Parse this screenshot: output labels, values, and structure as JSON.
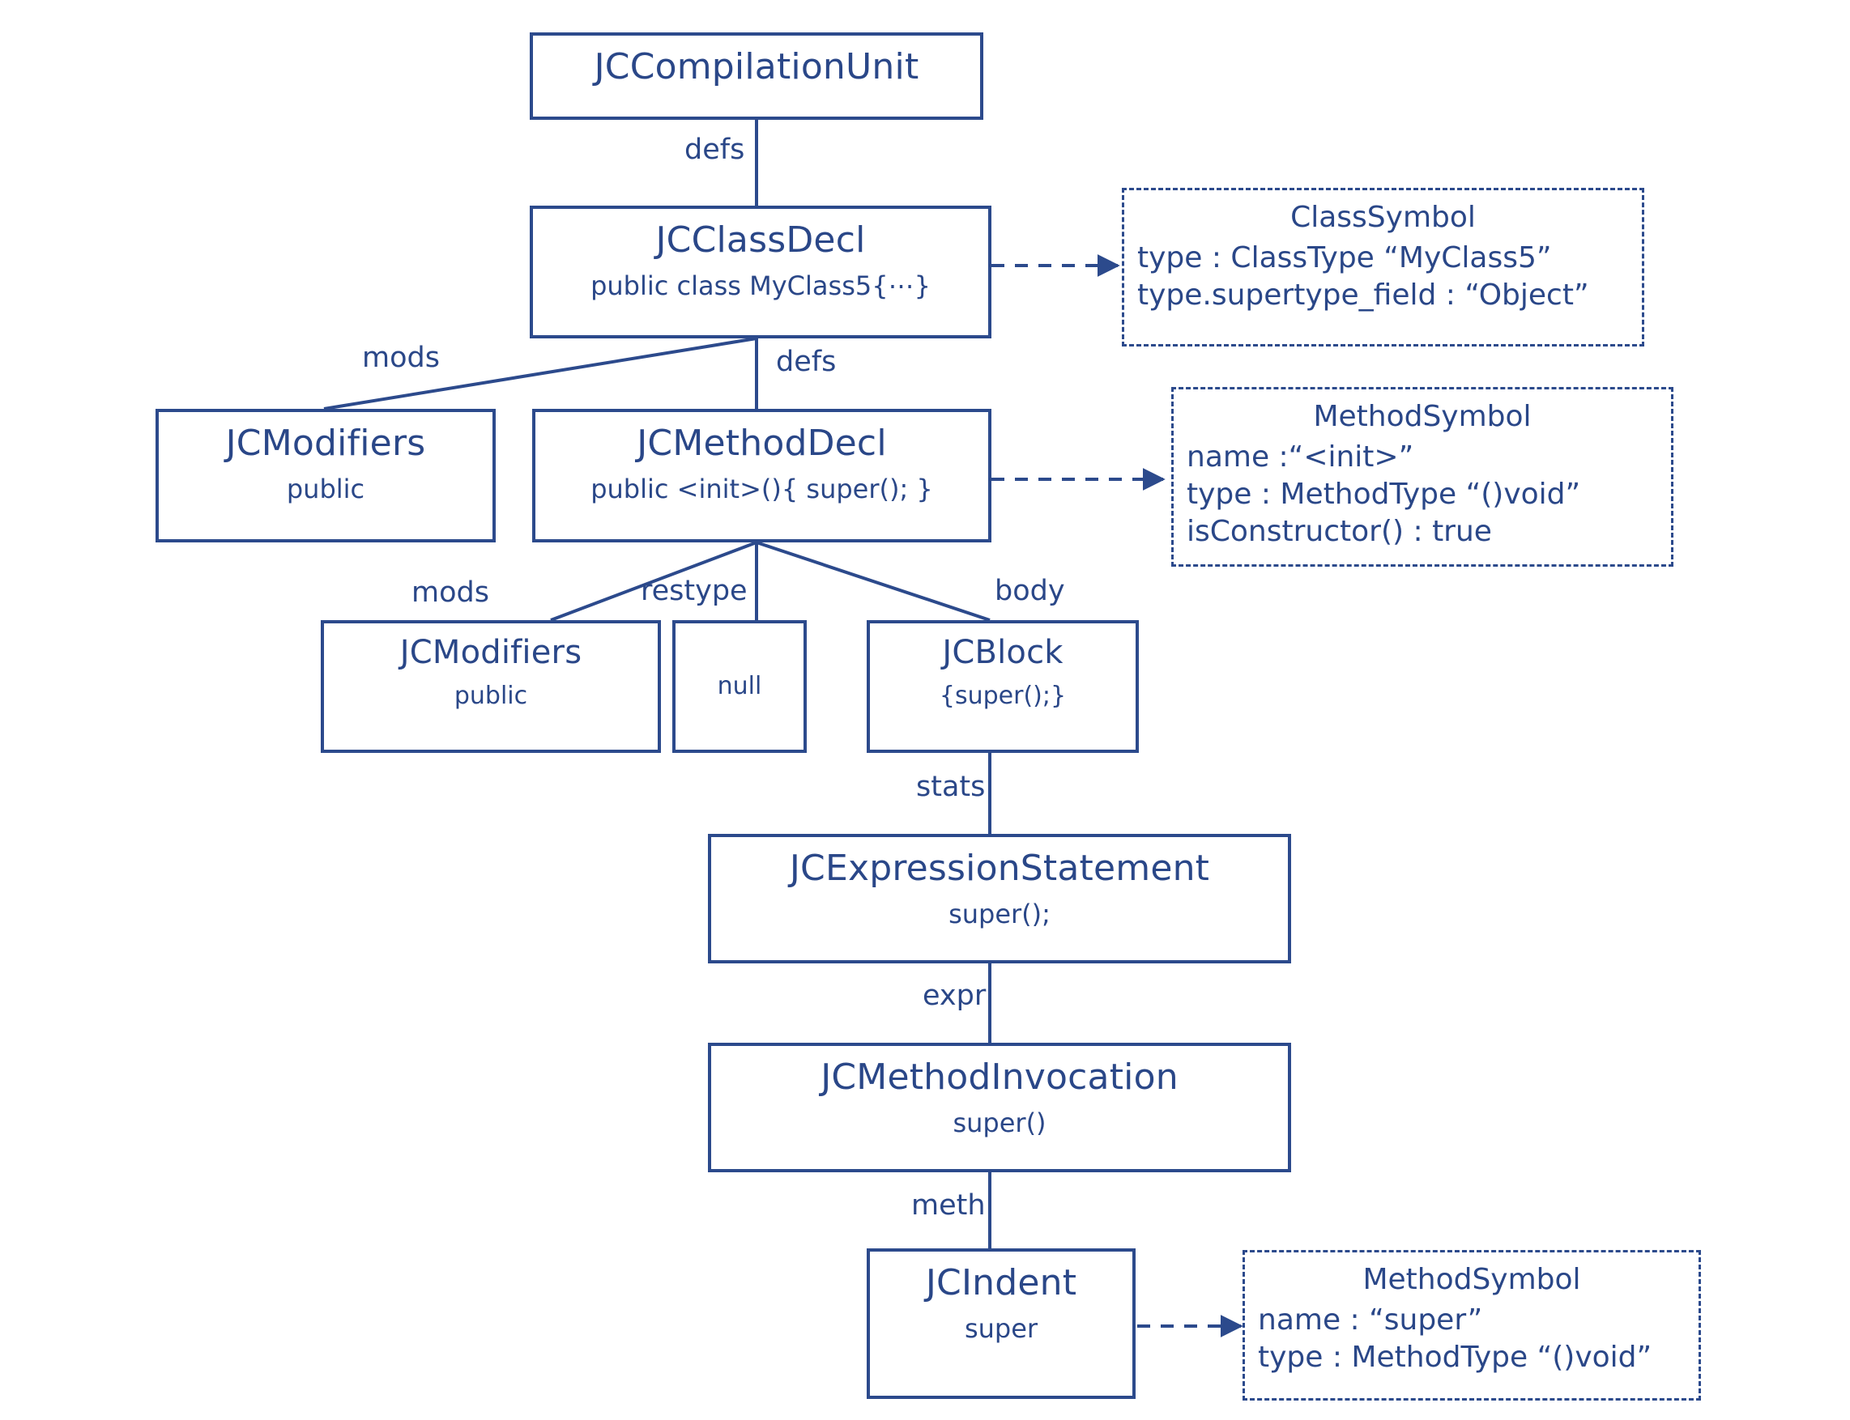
{
  "diagram": {
    "title": "Java AST (JCTree) structure for MyClass5 default constructor",
    "accent_color": "#2c4a8c",
    "background_color": "#ffffff"
  },
  "nodes": [
    {
      "id": "jccompilationunit",
      "title": "JCCompilationUnit",
      "sub": ""
    },
    {
      "id": "jcclassdecl",
      "title": "JCClassDecl",
      "sub": "public class MyClass5{⋯}"
    },
    {
      "id": "jcmodifiers-class",
      "title": "JCModifiers",
      "sub": "public"
    },
    {
      "id": "jcmethoddecl",
      "title": "JCMethodDecl",
      "sub": "public <init>(){ super(); }"
    },
    {
      "id": "jcmodifiers-method",
      "title": "JCModifiers",
      "sub": "public"
    },
    {
      "id": "restype-null",
      "title": "",
      "sub": "null"
    },
    {
      "id": "jcblock",
      "title": "JCBlock",
      "sub": "{super();}"
    },
    {
      "id": "jcexpressionstatement",
      "title": "JCExpressionStatement",
      "sub": "super();"
    },
    {
      "id": "jcmethodinvocation",
      "title": "JCMethodInvocation",
      "sub": "super()"
    },
    {
      "id": "jcindent",
      "title": "JCIndent",
      "sub": "super"
    }
  ],
  "symbols": [
    {
      "id": "classsymbol",
      "title": "ClassSymbol",
      "rows": [
        "type : ClassType  “MyClass5”",
        "type.supertype_field :  “Object”"
      ]
    },
    {
      "id": "methodsymbol-init",
      "title": "MethodSymbol",
      "rows": [
        "name :“<init>”",
        "type : MethodType “()void”",
        "isConstructor() : true"
      ]
    },
    {
      "id": "methodsymbol-super",
      "title": "MethodSymbol",
      "rows": [
        "name : “super”",
        "type : MethodType “()void”"
      ]
    }
  ],
  "edge_labels": [
    {
      "id": "defs-1",
      "text": "defs"
    },
    {
      "id": "mods-1",
      "text": "mods"
    },
    {
      "id": "defs-2",
      "text": "defs"
    },
    {
      "id": "mods-2",
      "text": "mods"
    },
    {
      "id": "restype",
      "text": "restype"
    },
    {
      "id": "body",
      "text": "body"
    },
    {
      "id": "stats",
      "text": "stats"
    },
    {
      "id": "expr",
      "text": "expr"
    },
    {
      "id": "meth",
      "text": "meth"
    }
  ]
}
